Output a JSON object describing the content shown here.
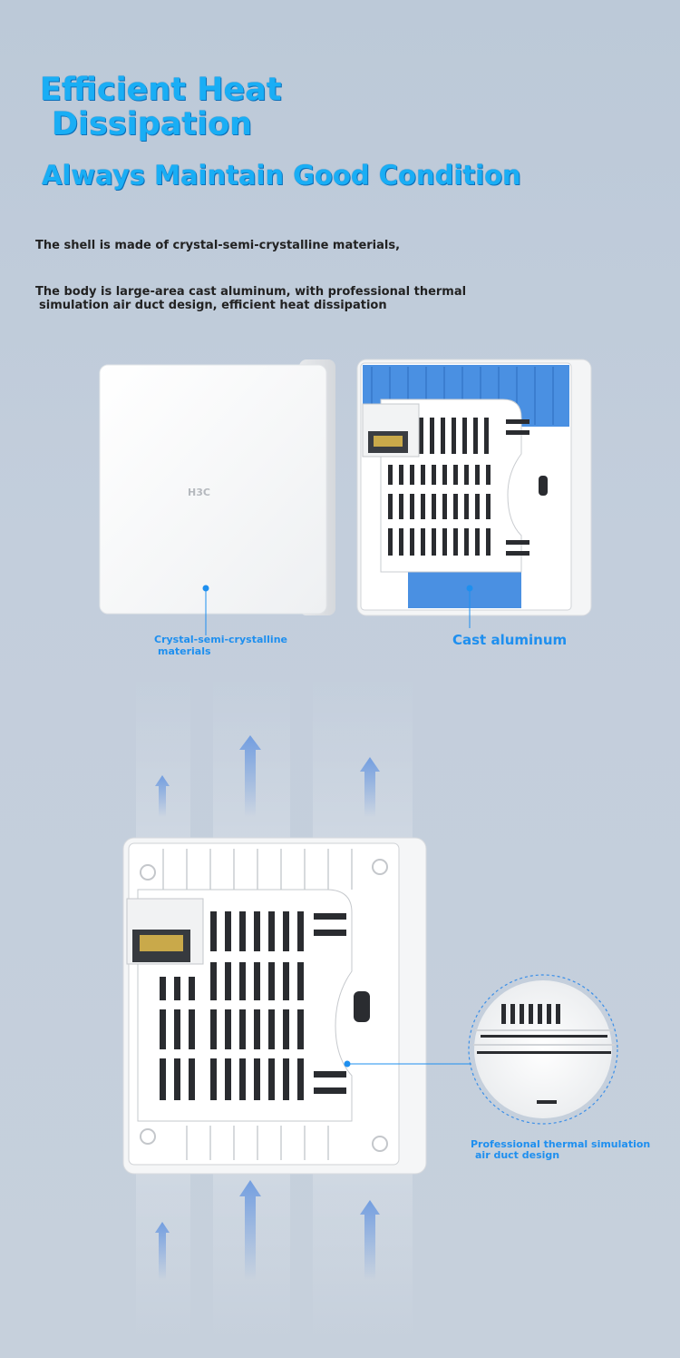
{
  "heading": {
    "title_line_1": "Efficient Heat",
    "title_line_2": "Dissipation",
    "subtitle": "Always Maintain Good Condition"
  },
  "description": {
    "line_1": "The shell is made of crystal-semi-crystalline materials,",
    "line_2": "The body is large-area cast aluminum, with professional thermal",
    "line_3": "simulation air duct design, efficient heat dissipation"
  },
  "product": {
    "logo_text": "H3C"
  },
  "callouts": {
    "crystal_line_1": "Crystal-semi-crystalline",
    "crystal_line_2": "materials",
    "cast_aluminum": "Cast aluminum",
    "duct_line_1": "Professional thermal simulation",
    "duct_line_2": "air duct design"
  },
  "colors": {
    "accent_blue": "#19aef5",
    "callout_blue": "#1e8fef",
    "aluminum_blue": "#4a90e2",
    "device_white": "#fafafa"
  }
}
